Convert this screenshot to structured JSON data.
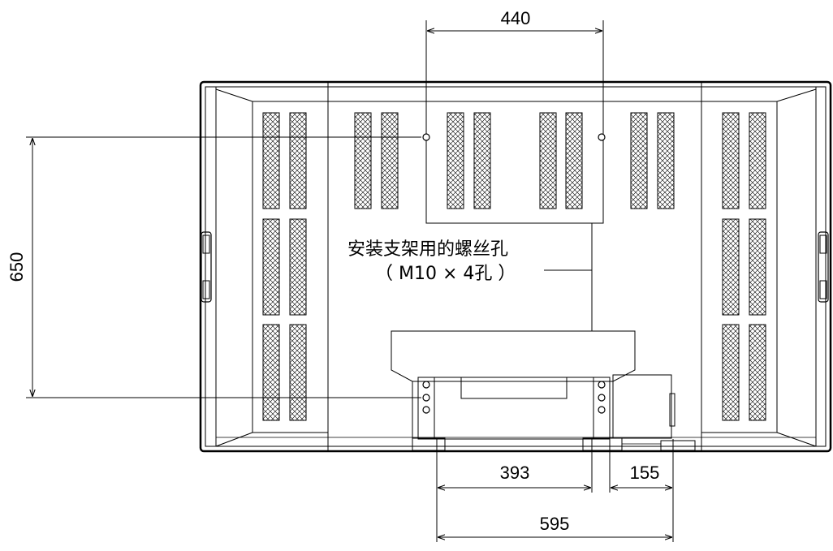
{
  "dimensions": {
    "top_width": "440",
    "height": "650",
    "lower_left": "393",
    "lower_right": "155",
    "bottom_width": "595"
  },
  "callout": {
    "line1": "安装支架用的螺丝孔",
    "line2": "（ M10 × 4孔 ）"
  }
}
